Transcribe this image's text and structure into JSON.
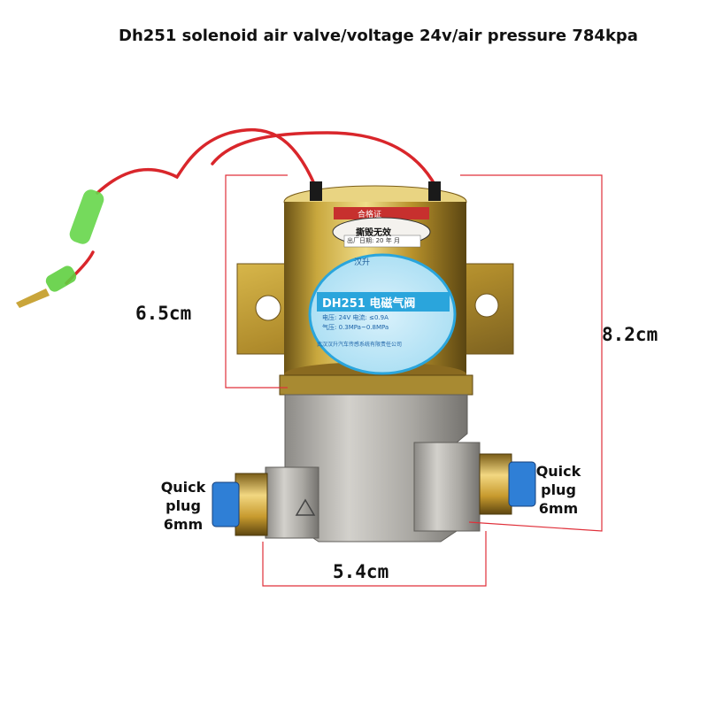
{
  "title": "Dh251 solenoid air valve/voltage 24v/air pressure 784kpa",
  "dimensions": {
    "height_body": "6.5cm",
    "height_total": "8.2cm",
    "width": "5.4cm"
  },
  "quick_plug_left": {
    "line1": "Quick",
    "line2": "plug",
    "line3": "6mm"
  },
  "quick_plug_right": {
    "line1": "Quick",
    "line2": "plug",
    "line3": "6mm"
  },
  "product_label": {
    "brand": "汉升",
    "model": "DH251 电磁气阀",
    "spec_line1": "电压: 24V  电流: ≤0.9A",
    "spec_line2": "气压: 0.3MPa~0.8MPa",
    "maker": "武汉汉升汽车传感系统有限责任公司"
  },
  "qc_sticker": {
    "top": "合格证",
    "middle": "撕毁无效",
    "bottom": "出厂日期: 20  年  月"
  },
  "colors": {
    "wire": "#d9262b",
    "brass": "#c8a23a",
    "aluminum": "#b3b1ad",
    "label_blue": "#2aa5dc",
    "connector_blue": "#2f7fd6",
    "dim_line": "#e0303a"
  }
}
